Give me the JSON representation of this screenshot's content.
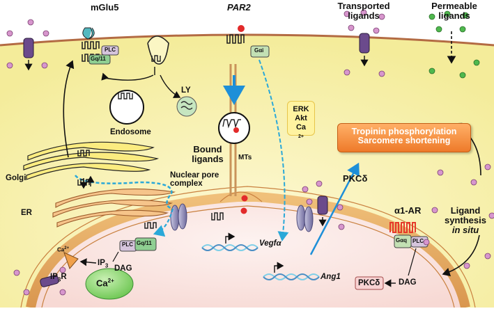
{
  "labels": {
    "mglu5": "mGlu5",
    "par2": "PAR2",
    "transported": "Transported ligands",
    "permeable": "Permeable ligands",
    "plc_membrane": "PLC",
    "gq11_membrane": "Gq/11",
    "galpha_i": "Gαi",
    "endosome": "Endosome",
    "ly": "LY",
    "bound_ligands": "Bound ligands",
    "mts": "MTs",
    "erk": "ERK",
    "akt": "Akt",
    "ca": "Ca",
    "ca_charge": "2+",
    "troponin": "Tropinin phosphorylation",
    "sarcomere": "Sarcomere shortening",
    "golgi": "Golgi",
    "er": "ER",
    "nuclear_pore_1": "Nuclear pore",
    "nuclear_pore_2": "complex",
    "pkc_delta_top": "PKCδ",
    "alpha1_ar": "α1-AR",
    "ligand_synthesis_1": "Ligand",
    "ligand_synthesis_2": "synthesis",
    "ligand_synthesis_3": "in situ",
    "plc_nuclear": "PLC",
    "gq11_nuclear": "Gq/11",
    "ip3": "IP",
    "ip3_sub": "3",
    "dag_left": "DAG",
    "ip3r": "IP",
    "ip3r_sub": "3",
    "ip3r_tail": "R",
    "ca_nuclear": "Ca",
    "ca_nuclear_charge": "2+",
    "ca_small": "Ca",
    "ca_small_charge": "2+",
    "vegfa": "Vegfα",
    "ang1": "Ang1",
    "gaq_right": "Gαq",
    "plc_right": "PLC",
    "pkc_delta_bottom": "PKCδ",
    "dag_right": "DAG"
  },
  "colors": {
    "cytoplasm": "#fbf6c4",
    "cell_membrane": "#b36b43",
    "nucleus": "#fbe9e6",
    "nuclear_envelope": "#e9b36f",
    "ligand_pink": "#d796cd",
    "ligand_green": "#4fb84e",
    "ligand_red": "#e22a2a",
    "receptor": "#333333",
    "receptor_red": "#e63a2a",
    "ion_channel": "#6b4a8c",
    "nuclear_pore": "#8f8bb6",
    "arrow_blue": "#1e8fd8",
    "dashed_teal": "#2aa8d8",
    "outcome_orange": "#ee7a2a",
    "dna_blue": "#7fcfe8"
  }
}
